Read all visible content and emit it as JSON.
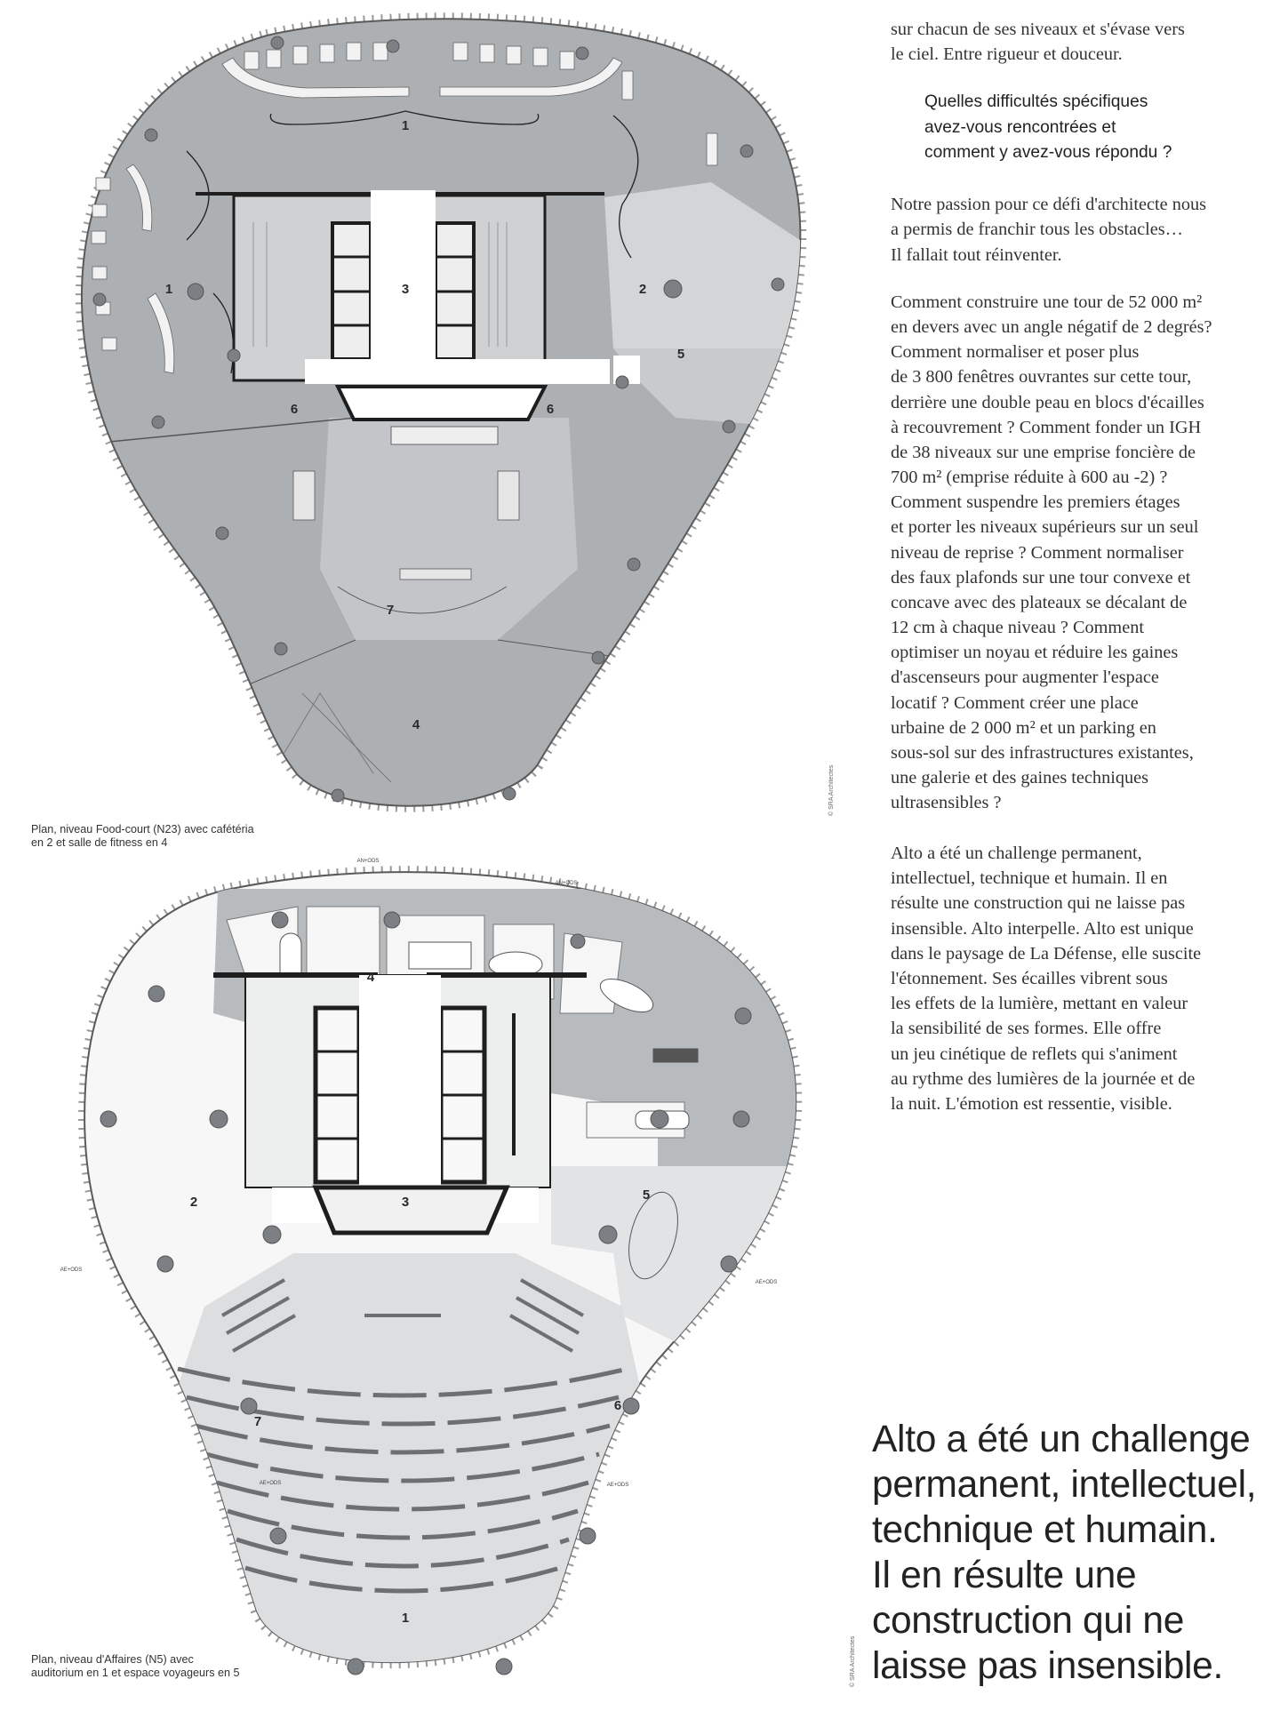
{
  "plans": {
    "top": {
      "caption": [
        "Plan, niveau Food-court (N23) avec cafétéria",
        "en 2 et salle de fitness en 4"
      ],
      "labels": [
        "1",
        "1",
        "2",
        "3",
        "5",
        "6",
        "6",
        "7",
        "4"
      ]
    },
    "bottom": {
      "caption": [
        "Plan, niveau d'Affaires (N5) avec",
        "auditorium en 1 et espace voyageurs en 5"
      ],
      "labels": [
        "4",
        "2",
        "3",
        "5",
        "7",
        "6",
        "1"
      ],
      "tags": [
        "AN+ODS",
        "AN+ODS",
        "AE+ODS",
        "AE+ODS",
        "AE+ODS",
        "AE+ODS"
      ]
    }
  },
  "credits": [
    "© SRA Architectes",
    "© SRA Architectes"
  ],
  "article": {
    "intro": [
      "sur chacun de ses niveaux et s'évase vers",
      "le ciel. Entre rigueur et douceur."
    ],
    "question": [
      "Quelles difficultés spécifiques",
      "avez-vous rencontrées et",
      "comment y avez-vous répondu ?"
    ],
    "p1": [
      "Notre passion pour ce défi d'architecte nous",
      "a permis de franchir tous les obstacles…",
      "Il fallait tout réinventer."
    ],
    "p2": [
      "Comment construire une tour de 52 000 m²",
      "en devers avec un angle négatif de 2 degrés?",
      "Comment normaliser et poser plus",
      "de 3 800 fenêtres ouvrantes sur cette tour,",
      "derrière une double peau en blocs d'écailles",
      "à recouvrement ? Comment fonder un IGH",
      "de 38 niveaux sur une emprise foncière de",
      "700 m² (emprise réduite à 600 au -2) ?",
      "Comment suspendre les premiers étages",
      "et porter les niveaux supérieurs sur un seul",
      "niveau de reprise ? Comment normaliser",
      "des faux plafonds sur une tour convexe et",
      "concave avec des plateaux se décalant de",
      "12 cm à chaque niveau ? Comment",
      "optimiser un noyau et réduire les gaines",
      "d'ascenseurs pour augmenter l'espace",
      "locatif ? Comment créer une place",
      "urbaine de 2 000 m² et un parking en",
      "sous-sol sur des infrastructures existantes,",
      "une galerie et des gaines techniques",
      "ultrasensibles ?"
    ],
    "p3": [
      "Alto a été un challenge permanent,",
      "intellectuel, technique et humain. Il en",
      "résulte une construction qui ne laisse pas",
      "insensible. Alto interpelle. Alto est unique",
      "dans le paysage de La Défense, elle suscite",
      "l'étonnement. Ses écailles vibrent sous",
      "les effets de la lumière, mettant en valeur",
      "la sensibilité de ses formes. Elle offre",
      "un jeu cinétique de reflets qui s'animent",
      "au rythme des lumières de la journée et de",
      "la nuit.  L'émotion est ressentie, visible."
    ],
    "pull_quote": [
      "Alto a été un challenge",
      "permanent, intellectuel,",
      "technique et humain.",
      "Il en résulte une",
      "construction qui ne",
      "laisse pas insensible."
    ]
  },
  "colors": {
    "plan_grey": "#adb0b3",
    "plan_light": "#d3d5d7",
    "wall": "#1e1e1e",
    "column": "#7c7f83",
    "text": "#333333"
  }
}
